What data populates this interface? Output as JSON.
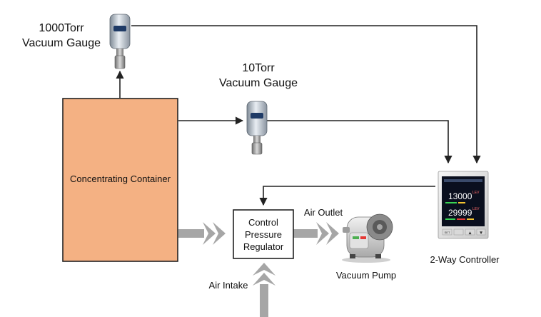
{
  "diagram": {
    "labels": {
      "gauge_1000": [
        "1000Torr",
        "Vacuum Gauge"
      ],
      "gauge_10": [
        "10Torr",
        "Vacuum Gauge"
      ],
      "container": "Concentrating Container",
      "regulator": [
        "Control",
        "Pressure",
        "Regulator"
      ],
      "air_outlet": "Air Outlet",
      "air_intake": "Air Intake",
      "vacuum_pump": "Vacuum Pump",
      "controller": "2-Way Controller"
    },
    "controller_display": {
      "value_1": "13000",
      "value_2": "29999",
      "unit": "LEV",
      "buttons": [
        "SET",
        "",
        "▲",
        "▼"
      ]
    },
    "colors": {
      "container_fill": "#f4b183",
      "arrow_gray": "#a6a6a6",
      "line": "#222222",
      "screen": "#0a0f1e"
    }
  }
}
